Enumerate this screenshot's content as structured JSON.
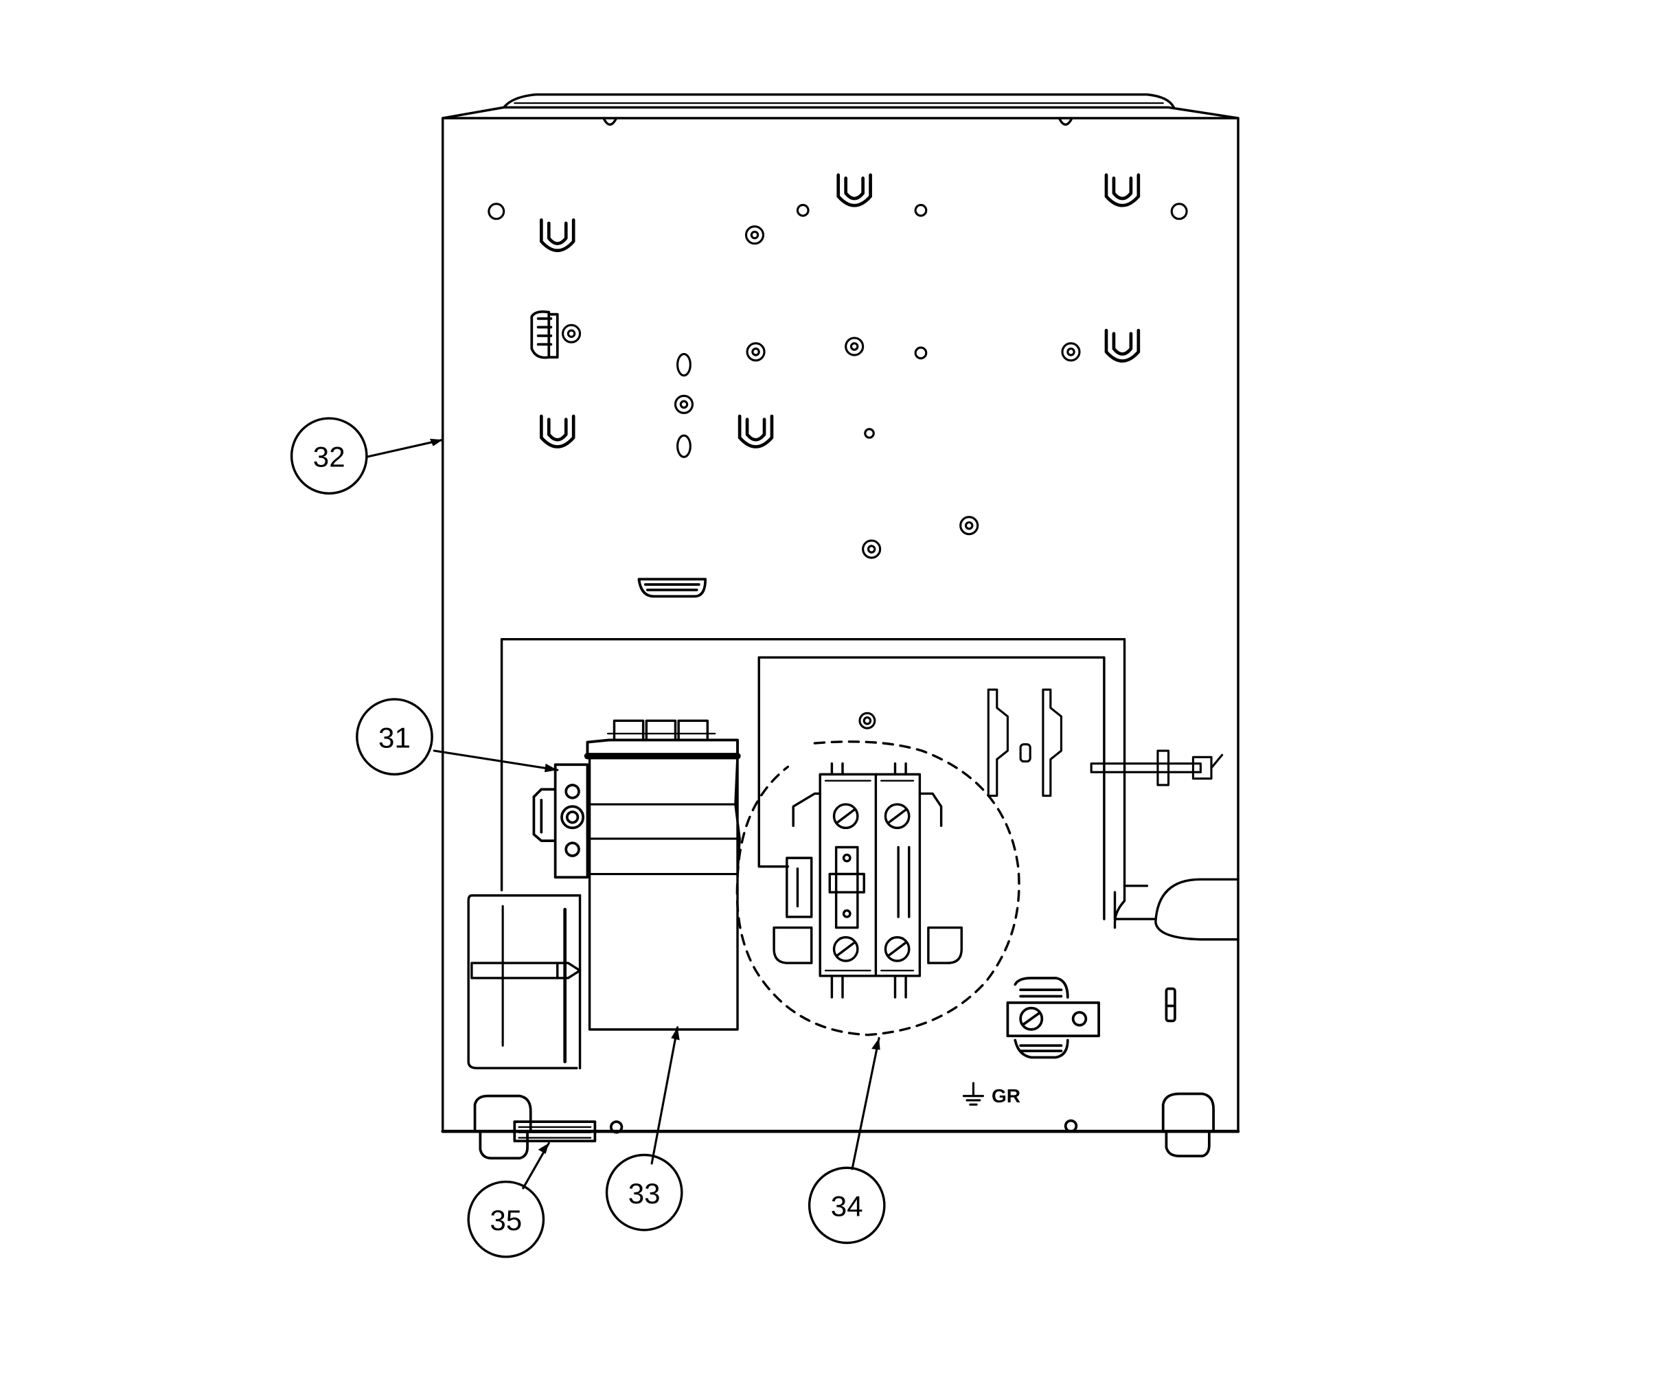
{
  "diagram": {
    "callouts": [
      {
        "id": "callout-31",
        "label": "31"
      },
      {
        "id": "callout-32",
        "label": "32"
      },
      {
        "id": "callout-33",
        "label": "33"
      },
      {
        "id": "callout-34",
        "label": "34"
      },
      {
        "id": "callout-35",
        "label": "35"
      }
    ],
    "ground_label": "GR",
    "colors": {
      "line": "#000000",
      "background": "#ffffff"
    }
  }
}
